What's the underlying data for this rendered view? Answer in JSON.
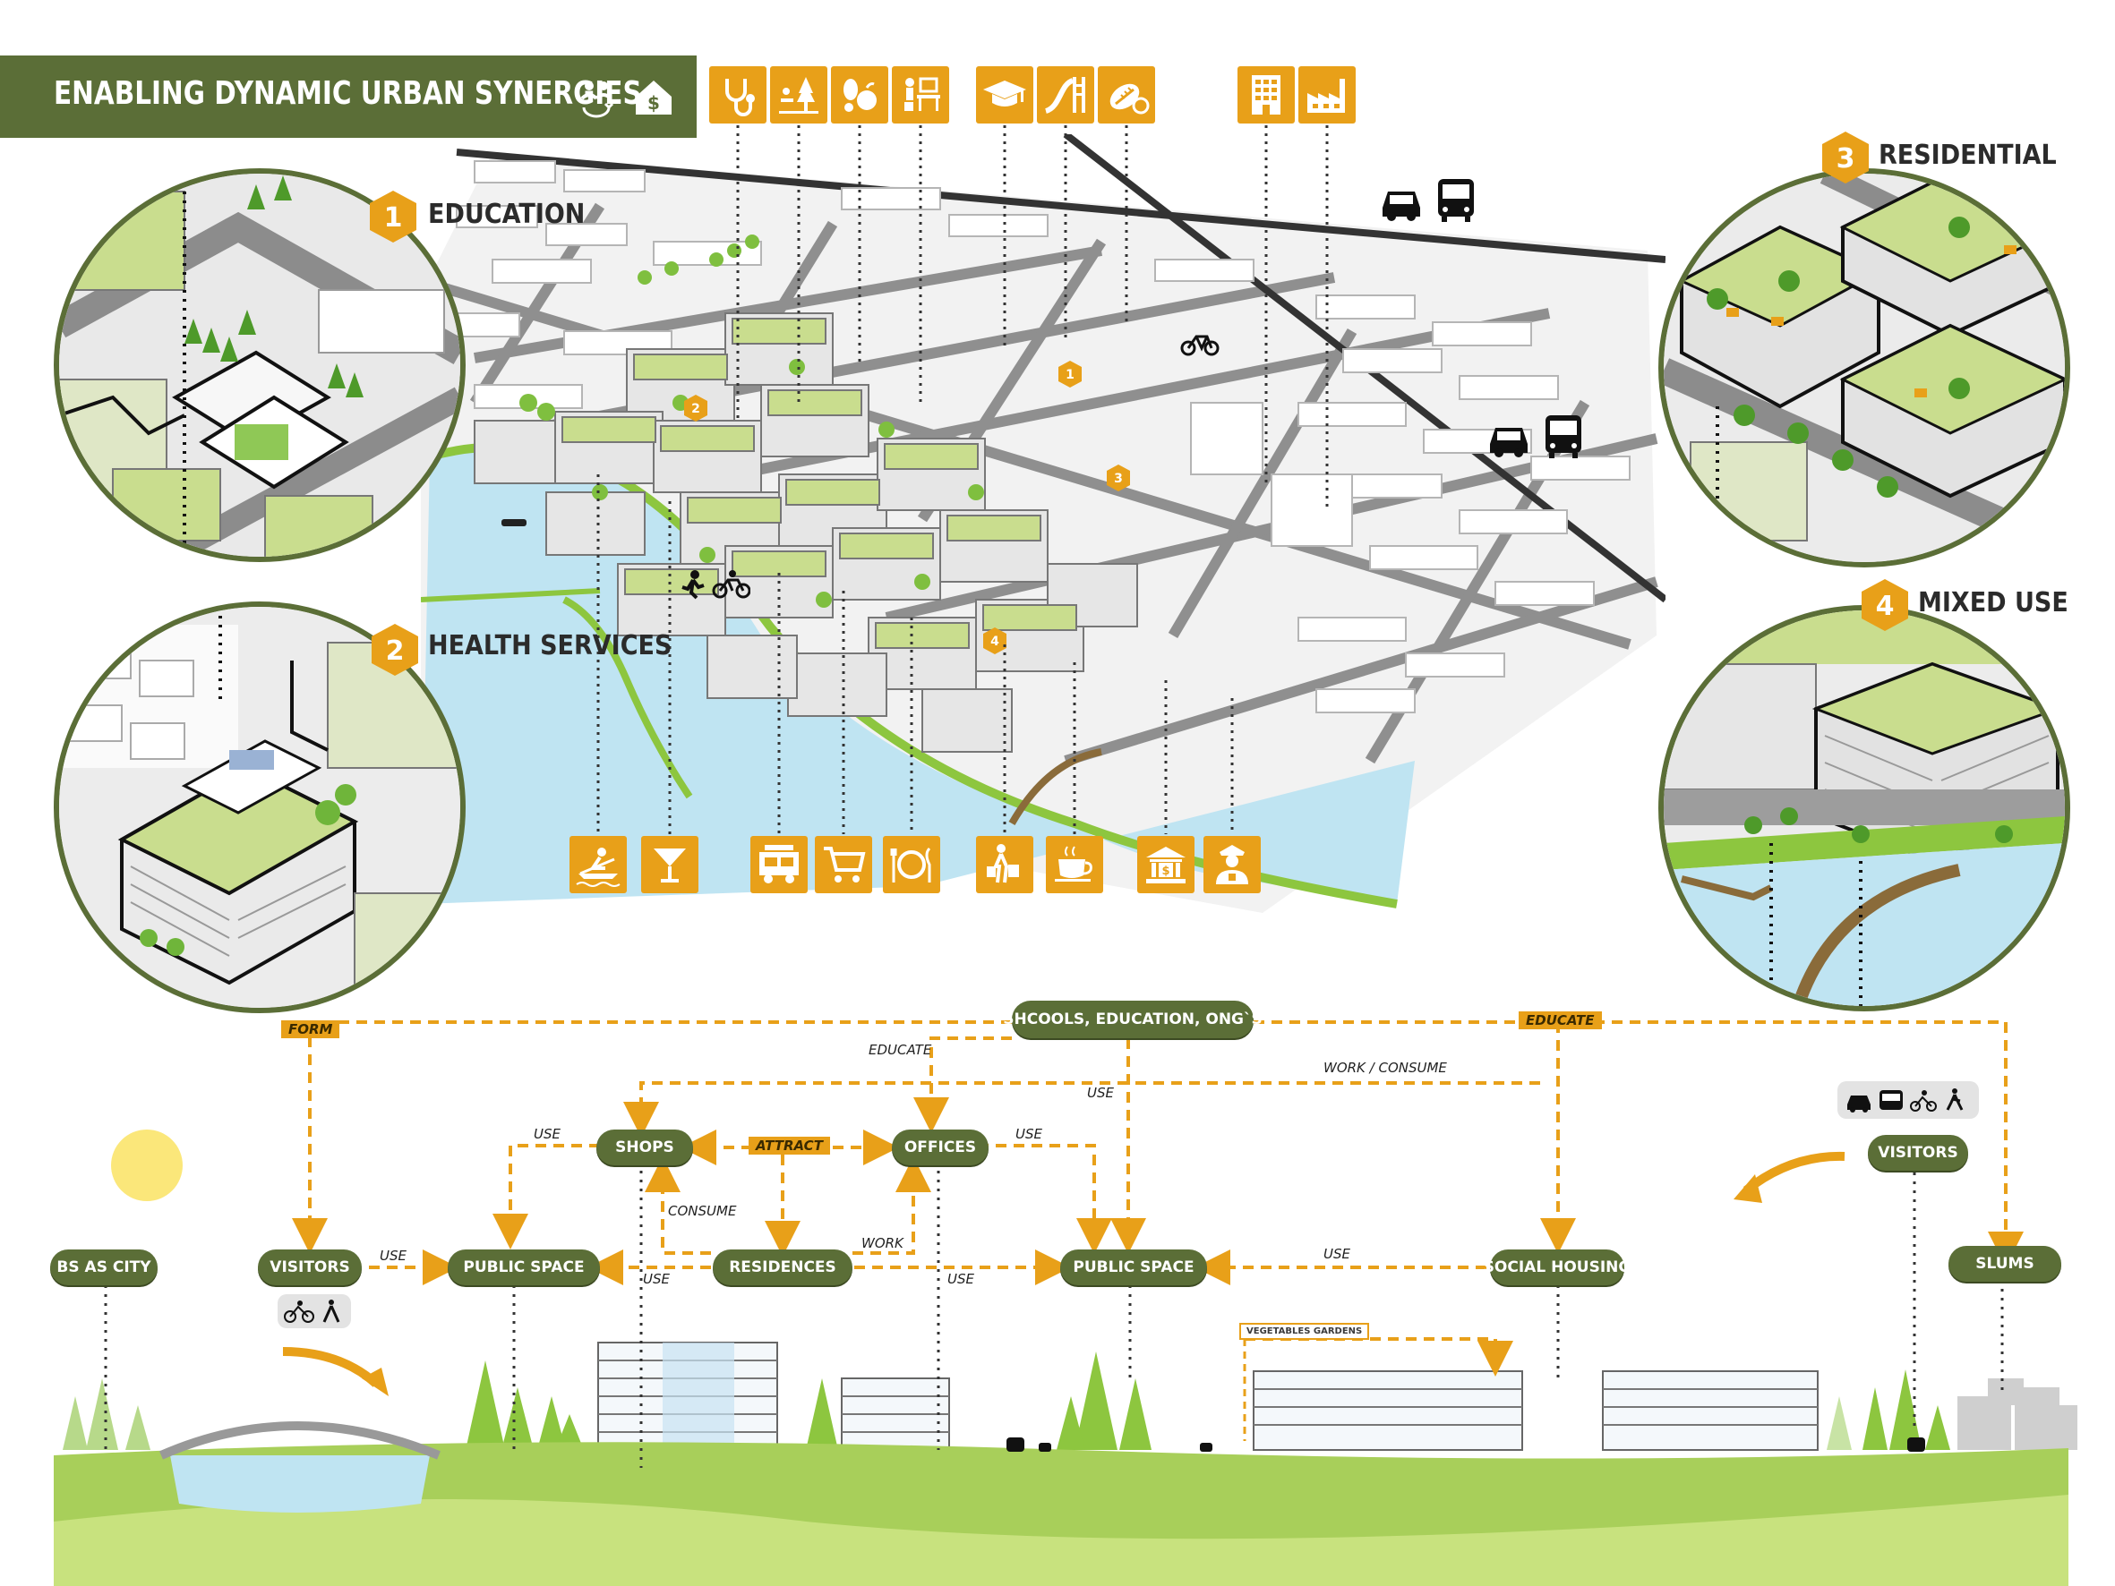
{
  "header": {
    "title": "ENABLING DYNAMIC URBAN SYNERGIES"
  },
  "zones": [
    {
      "num": "1",
      "label": "EDUCATION"
    },
    {
      "num": "2",
      "label": "HEALTH SERVICES"
    },
    {
      "num": "3",
      "label": "RESIDENTIAL"
    },
    {
      "num": "4",
      "label": "MIXED USE"
    }
  ],
  "map_markers": [
    "1",
    "2",
    "3",
    "4"
  ],
  "top_icons": [
    "health-icon",
    "park-icon",
    "food-market-icon",
    "office-desk-icon",
    "education-icon",
    "playground-slide-icon",
    "sports-ball-icon",
    "apartment-building-icon",
    "factory-icon"
  ],
  "bottom_icons": [
    "rowing-icon",
    "cocktail-icon",
    "food-truck-icon",
    "shopping-cart-icon",
    "restaurant-icon",
    "shopper-icon",
    "coffee-icon",
    "bank-icon",
    "police-icon"
  ],
  "diagram": {
    "nodes": {
      "schools": "SHCOOLS, EDUCATION, ONG`S",
      "shops": "SHOPS",
      "offices": "OFFICES",
      "bs_as_city": "BS AS CITY",
      "visitors_left": "VISITORS",
      "public_space_left": "PUBLIC SPACE",
      "residences": "RESIDENCES",
      "public_space_right": "PUBLIC SPACE",
      "social_housing": "SOCIAL HOUSING",
      "slums": "SLUMS",
      "visitors_right": "VISITORS"
    },
    "tags": {
      "form": "FORM",
      "educate": "EDUCATE",
      "attract": "ATTRACT"
    },
    "labels": {
      "educate": "EDUCATE",
      "work_consume": "WORK  /  CONSUME",
      "use_top": "USE",
      "use_shops": "USE",
      "use_offices": "USE",
      "use_visitors": "USE",
      "consume": "CONSUME",
      "work": "WORK",
      "use_left": "USE",
      "use_mid": "USE",
      "use_right": "USE",
      "vegetables": "VEGETABLES  GARDENS"
    }
  },
  "colors": {
    "green": "#5b6e37",
    "orange": "#e8a019",
    "water": "#bfe4f2",
    "grass": "#a8cf5a",
    "sun": "#fbe77a"
  }
}
